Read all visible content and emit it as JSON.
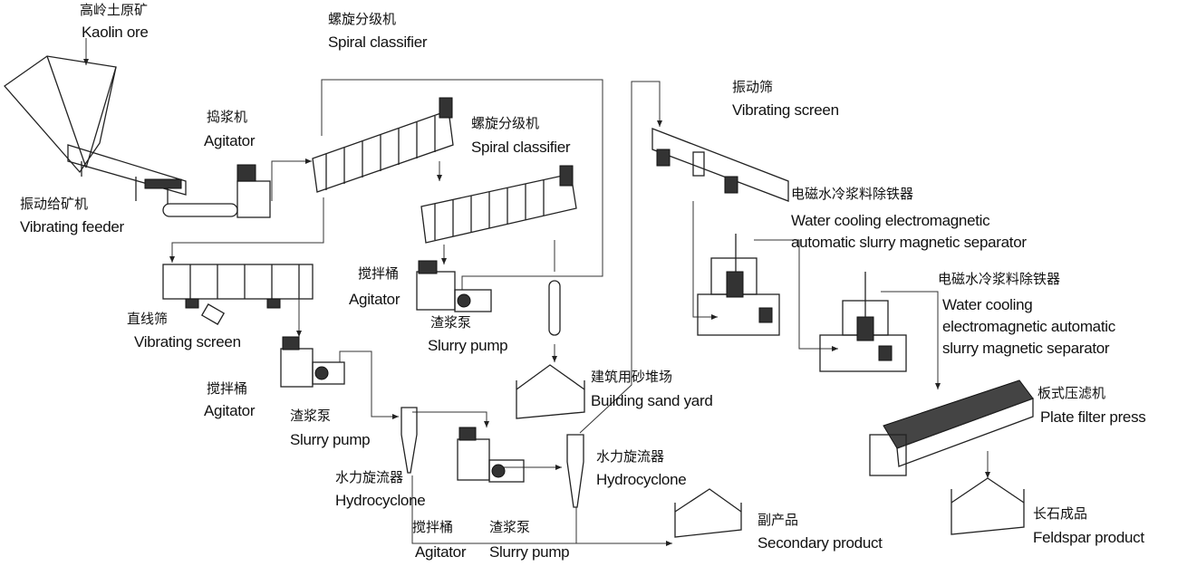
{
  "labels": {
    "kaolin_ore": {
      "zh": "高岭土原矿",
      "en": "Kaolin ore"
    },
    "vibrating_feeder": {
      "zh": "振动给矿机",
      "en": "Vibrating feeder"
    },
    "agitator_1": {
      "zh": "捣浆机",
      "en": "Agitator"
    },
    "spiral_classifier_1": {
      "zh": "螺旋分级机",
      "en": "Spiral classifier"
    },
    "spiral_classifier_2": {
      "zh": "螺旋分级机",
      "en": "Spiral classifier"
    },
    "vibrating_screen_1": {
      "zh": "振动筛",
      "en": "Vibrating screen"
    },
    "magnetic_separator_1": {
      "zh": "电磁水冷浆料除铁器",
      "en1": "Water cooling electromagnetic",
      "en2": "automatic slurry magnetic separator"
    },
    "linear_screen": {
      "zh": "直线筛",
      "en": "Vibrating screen"
    },
    "agitator_2": {
      "zh": "搅拌桶",
      "en": "Agitator"
    },
    "slurry_pump_1": {
      "zh": "渣浆泵",
      "en": "Slurry pump"
    },
    "magnetic_separator_2": {
      "zh": "电磁水冷浆料除铁器",
      "en1": "Water cooling",
      "en2": "electromagnetic automatic",
      "en3": "slurry magnetic separator"
    },
    "building_sand_yard": {
      "zh": "建筑用砂堆场",
      "en": "Building sand yard"
    },
    "plate_filter_press": {
      "zh": "板式压滤机",
      "en": "Plate filter press"
    },
    "agitator_3": {
      "zh": "搅拌桶",
      "en": "Agitator"
    },
    "slurry_pump_2": {
      "zh": "渣浆泵",
      "en": "Slurry pump"
    },
    "hydrocyclone_1": {
      "zh": "水力旋流器",
      "en": "Hydrocyclone"
    },
    "hydrocyclone_2": {
      "zh": "水力旋流器",
      "en": "Hydrocyclone"
    },
    "agitator_4": {
      "zh": "搅拌桶",
      "en": "Agitator"
    },
    "slurry_pump_3": {
      "zh": "渣浆泵",
      "en": "Slurry pump"
    },
    "secondary_product": {
      "zh": "副产品",
      "en": "Secondary product"
    },
    "feldspar_product": {
      "zh": "长石成品",
      "en": "Feldspar product"
    }
  }
}
